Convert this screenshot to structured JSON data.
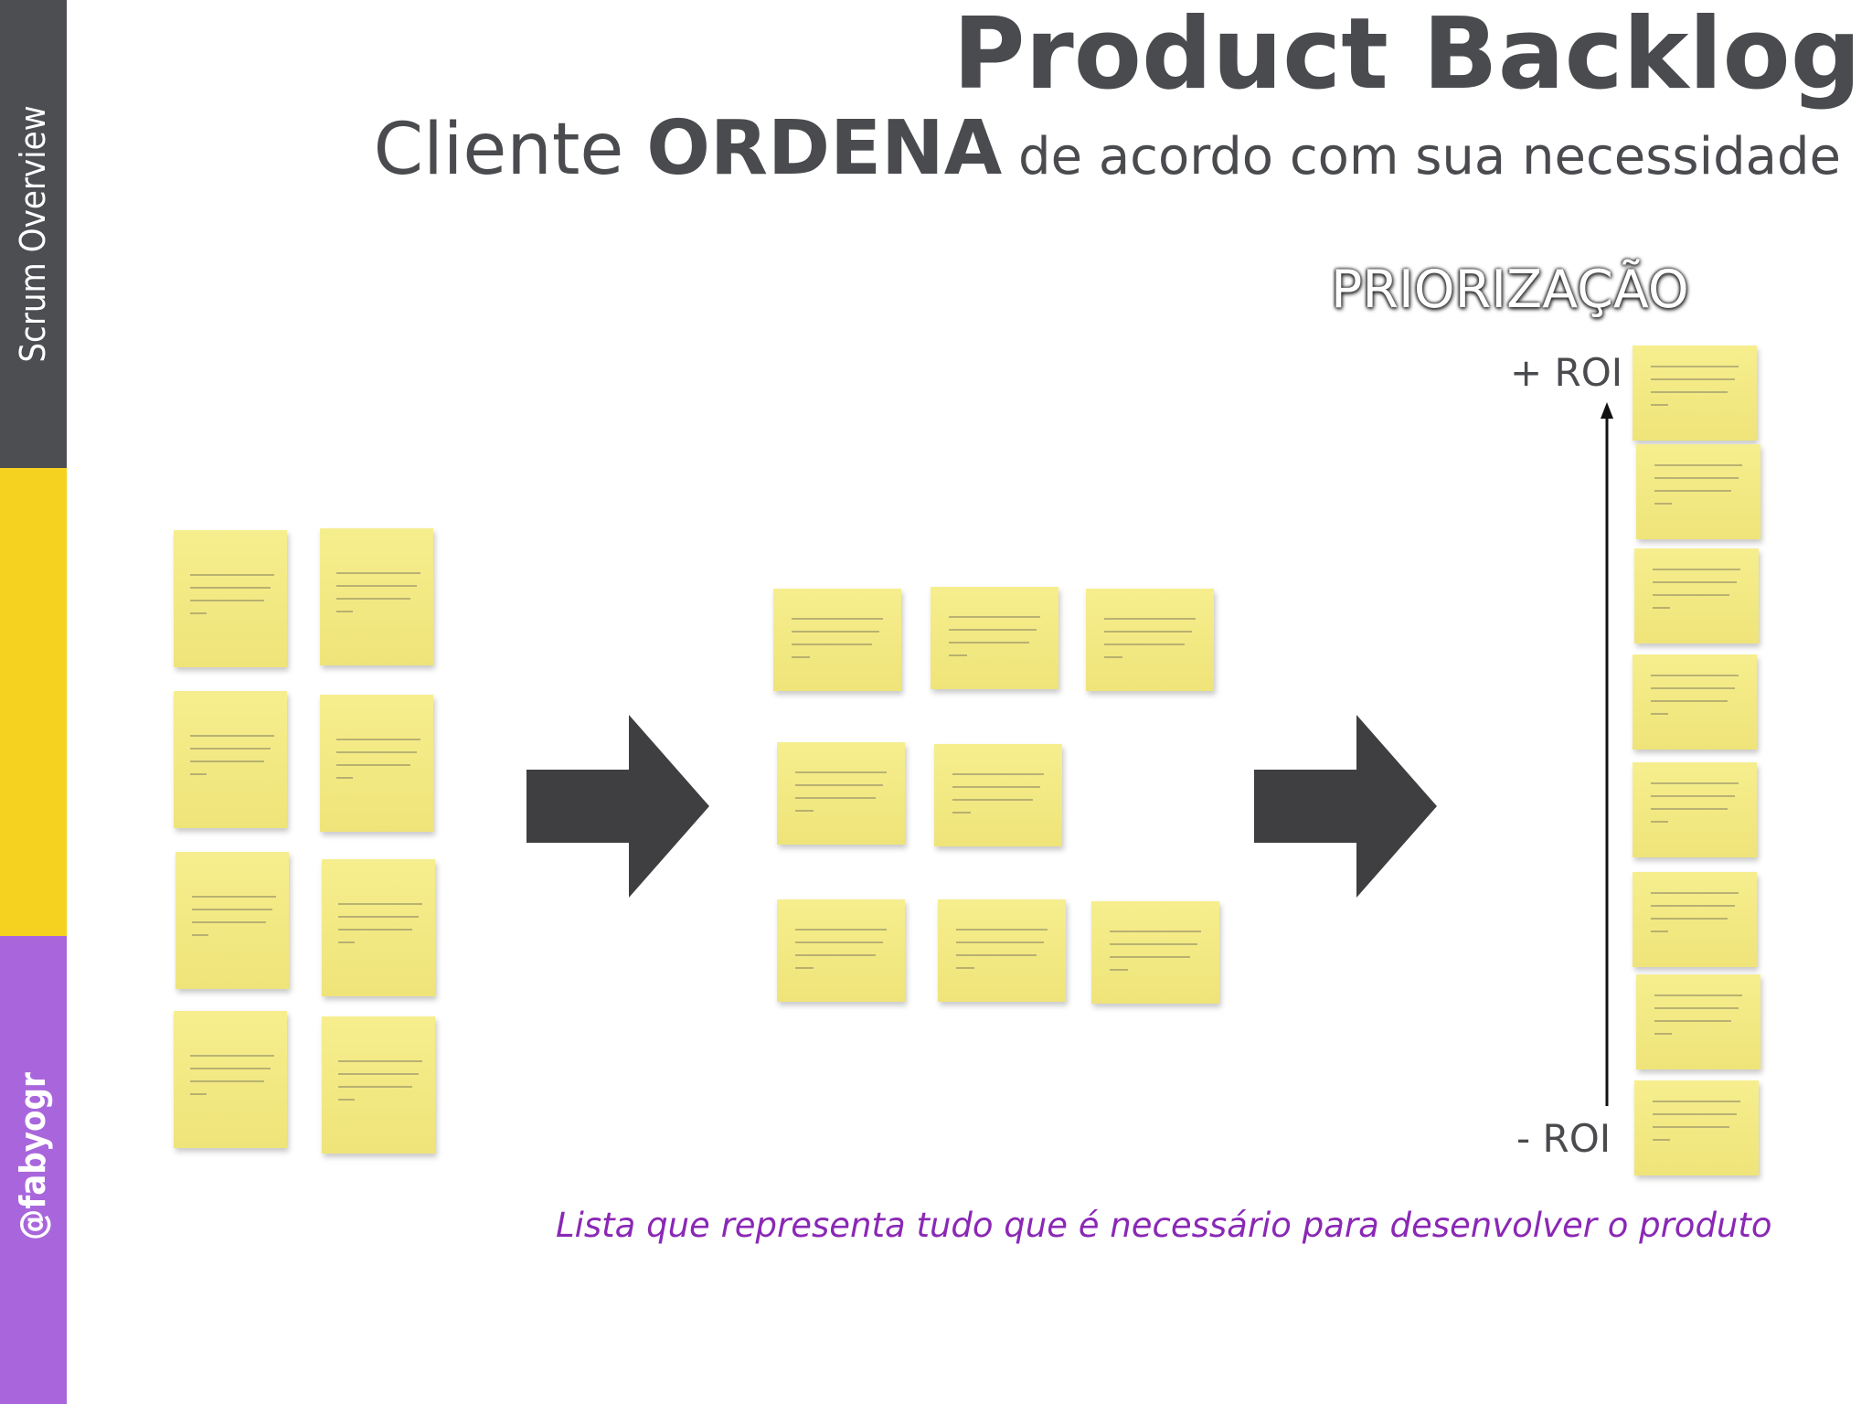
{
  "sidebar": {
    "top_label": "Scrum Overview",
    "bottom_label": "@fabyogr",
    "colors": {
      "top": "#4d4e52",
      "middle": "#f4d21f",
      "bottom": "#a966dc"
    }
  },
  "header": {
    "title": "Product Backlog",
    "subtitle_part1": "Cliente ",
    "subtitle_bold": "ORDENA",
    "subtitle_part2": " de acordo com sua necessidade"
  },
  "diagram": {
    "priority_label": "PRIORIZAÇÃO",
    "high_label": "+ ROI",
    "low_label": "- ROI",
    "stage1_notes": 8,
    "stage2_notes": 8,
    "stage3_notes": 8,
    "arrow_icon": "right-arrow-icon",
    "note_color": "#f5ec87"
  },
  "caption": "Lista que representa tudo que é necessário para desenvolver o produto",
  "colors": {
    "text": "#4a4b4e",
    "caption": "#8a28b5",
    "arrow": "#3f3f41"
  }
}
